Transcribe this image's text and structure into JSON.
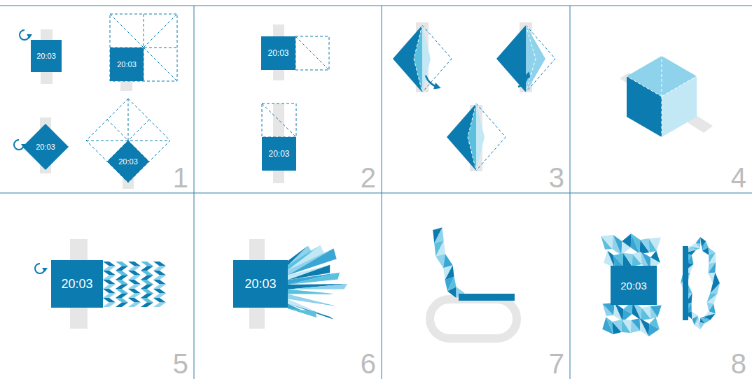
{
  "diagram": {
    "nodes": [
      {
        "text": [
          "1"
        ]
      },
      {
        "text": [
          "20:03"
        ],
        "in": 0
      },
      {
        "text": [
          "20:03"
        ],
        "in": 0
      },
      {
        "text": [
          "20:03"
        ],
        "in": 0
      },
      {
        "text": [
          "20:03"
        ],
        "in": 0
      },
      {
        "text": [
          "2"
        ]
      },
      {
        "text": [
          "20:03"
        ],
        "in": 5
      },
      {
        "text": [
          "20:03"
        ],
        "in": 5
      },
      {
        "text": [
          "3"
        ]
      },
      {
        "text": [
          "4"
        ]
      },
      {
        "text": [
          "5"
        ]
      },
      {
        "text": [
          "20:03"
        ],
        "in": 10
      },
      {
        "text": [
          "6"
        ]
      },
      {
        "text": [
          "20:03"
        ],
        "in": 12
      },
      {
        "text": [
          "7"
        ]
      },
      {
        "text": [
          "8"
        ]
      },
      {
        "text": [
          "20:03"
        ],
        "in": 15
      }
    ]
  }
}
